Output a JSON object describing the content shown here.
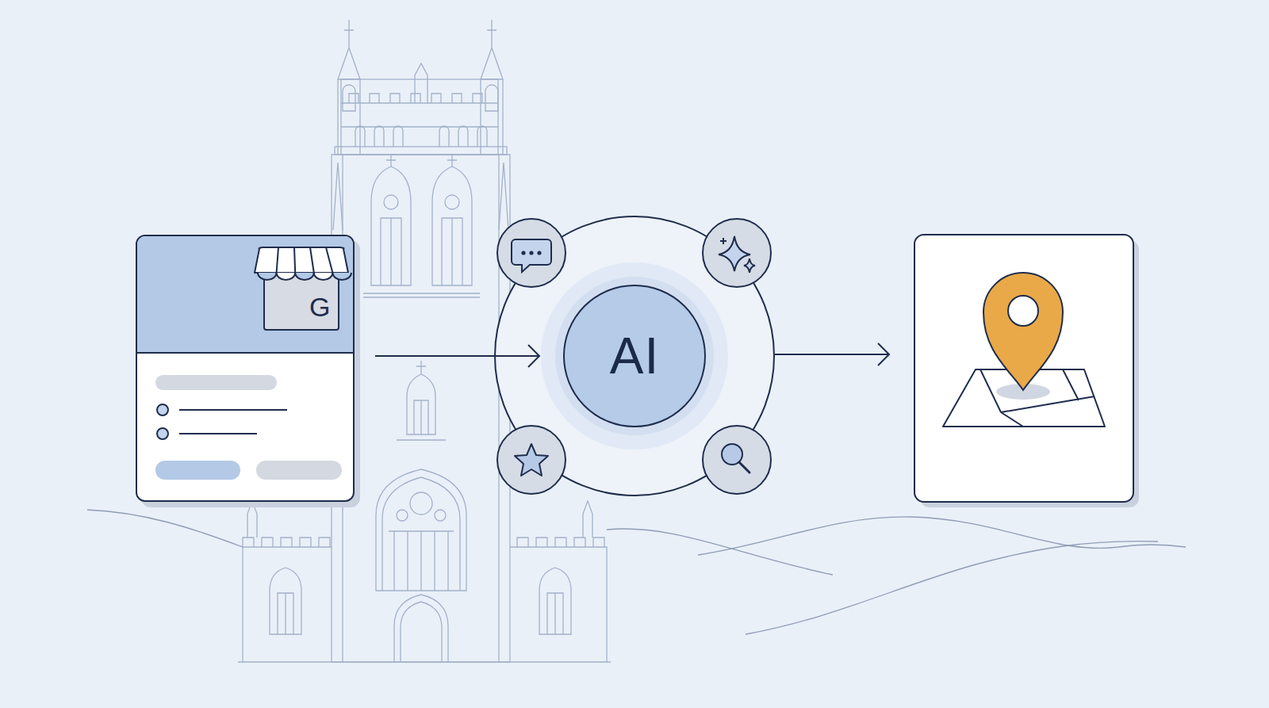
{
  "diagram": {
    "nodes": [
      {
        "text": [
          "G"
        ]
      },
      {
        "text": [
          "AI"
        ]
      }
    ],
    "edges": [
      {
        "from": 0,
        "to": 1,
        "arrow": "to"
      }
    ]
  }
}
